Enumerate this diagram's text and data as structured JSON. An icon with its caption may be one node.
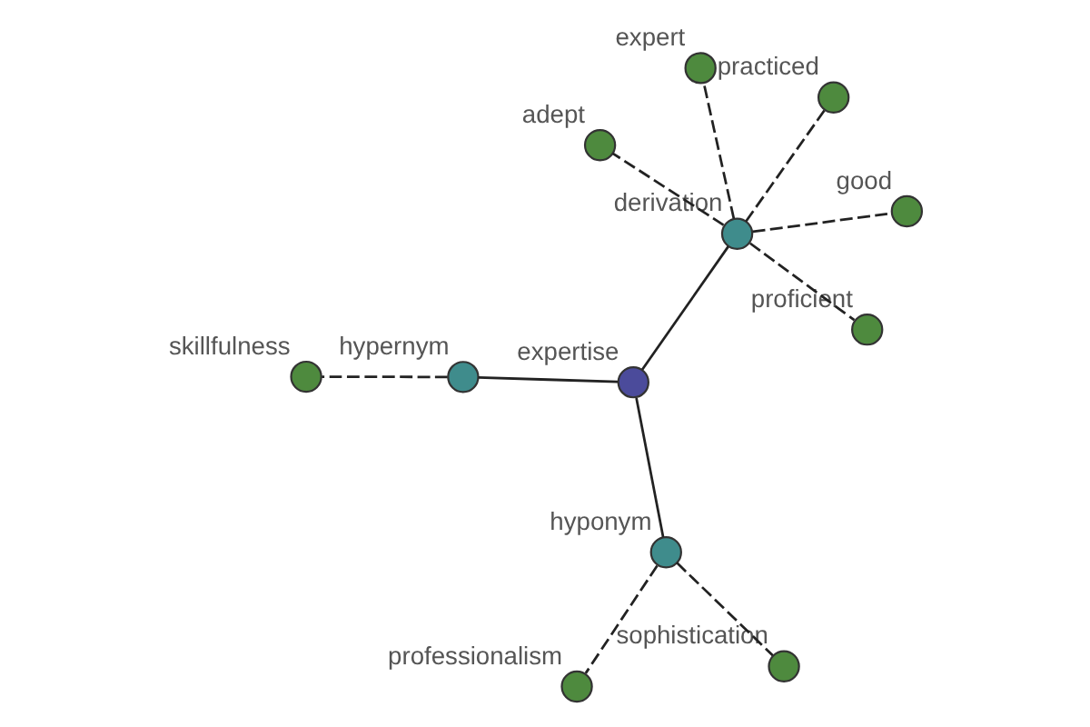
{
  "diagram": {
    "nodes": [
      {
        "text": [
          "adept"
        ]
      },
      {
        "text": [
          "sophistication"
        ]
      },
      {
        "text": [
          "skillfulness"
        ]
      },
      {
        "text": [
          "hypernym"
        ]
      },
      {
        "text": [
          "practiced"
        ]
      },
      {
        "text": [
          "expertise"
        ]
      },
      {
        "text": [
          "hyponym"
        ]
      },
      {
        "text": [
          "derivation"
        ]
      },
      {
        "text": [
          "professionalism"
        ]
      },
      {
        "text": [
          "good"
        ]
      },
      {
        "text": [
          "proficient"
        ]
      },
      {
        "text": [
          "expert"
        ]
      }
    ],
    "edges": [
      {
        "from": 5,
        "to": 3,
        "arrow": "none"
      },
      {
        "from": 5,
        "to": 7,
        "arrow": "none"
      },
      {
        "from": 5,
        "to": 6,
        "arrow": "none"
      },
      {
        "from": 3,
        "to": 2,
        "arrow": "none",
        "style": "dashed"
      },
      {
        "from": 7,
        "to": 0,
        "arrow": "none",
        "style": "dashed"
      },
      {
        "from": 7,
        "to": 4,
        "arrow": "none",
        "style": "dashed"
      },
      {
        "from": 7,
        "to": 9,
        "arrow": "none",
        "style": "dashed"
      },
      {
        "from": 7,
        "to": 11,
        "arrow": "none",
        "style": "dashed"
      },
      {
        "from": 7,
        "to": 10,
        "arrow": "none",
        "style": "dashed"
      },
      {
        "from": 6,
        "to": 1,
        "arrow": "none",
        "style": "dashed"
      },
      {
        "from": 6,
        "to": 8,
        "arrow": "none",
        "style": "dashed"
      }
    ]
  }
}
